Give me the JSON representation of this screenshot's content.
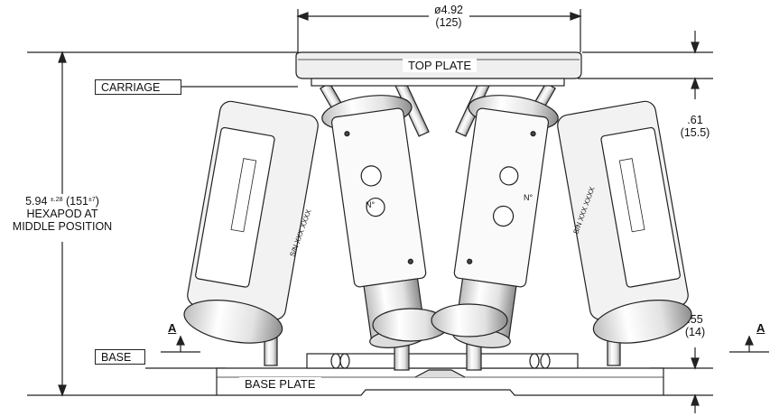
{
  "labels": {
    "top_plate": "TOP PLATE",
    "carriage": "CARRIAGE",
    "base": "BASE",
    "base_plate": "BASE PLATE"
  },
  "dimensions": {
    "top_diameter": "ø4.92",
    "top_diameter_mm": "(125)",
    "carriage_height": ".61",
    "carriage_height_mm": "(15.5)",
    "base_height": ".55",
    "base_height_mm": "(14)",
    "overall_height": "5.94",
    "overall_tol": "±.28",
    "overall_mm_open": "(151",
    "overall_mm_tol": "±7",
    "overall_mm_close": ")",
    "overall_line2": "HEXAPOD AT",
    "overall_line3": "MIDDLE POSITION"
  },
  "section_marks": {
    "left": "A",
    "right": "A"
  },
  "strut_markings": {
    "serial_left": "S/N XXX XXXX",
    "serial_right": "S/N XXX XXXX",
    "logo_left": "N°",
    "logo_right": "N°"
  },
  "colors": {
    "line": "#222222",
    "fill": "#ffffff",
    "shade": "#e4e4e4"
  }
}
